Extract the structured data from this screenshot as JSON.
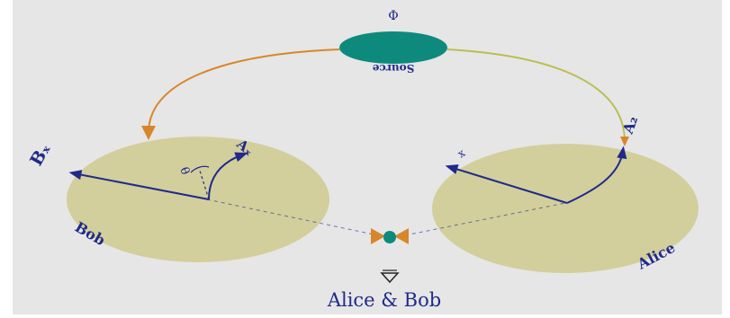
{
  "diagram": {
    "source_symbol": "Φ",
    "source_label": "Source",
    "bob_label": "Bob",
    "alice_label": "Alice",
    "bob_axis_x": "Bₓ",
    "bob_axis_y": "Aₓ",
    "bob_angle": "θ",
    "alice_axis_x": "x",
    "alice_axis_z": "A₂",
    "observer_label": "Alice & Bob",
    "colors": {
      "background": "#e6e6e6",
      "disc_fill": "#d2cf9c",
      "source_fill": "#0d8a7c",
      "arrow_left": "#d8862a",
      "arrow_right": "#b9bf53",
      "ink": "#1f2a8a"
    }
  }
}
